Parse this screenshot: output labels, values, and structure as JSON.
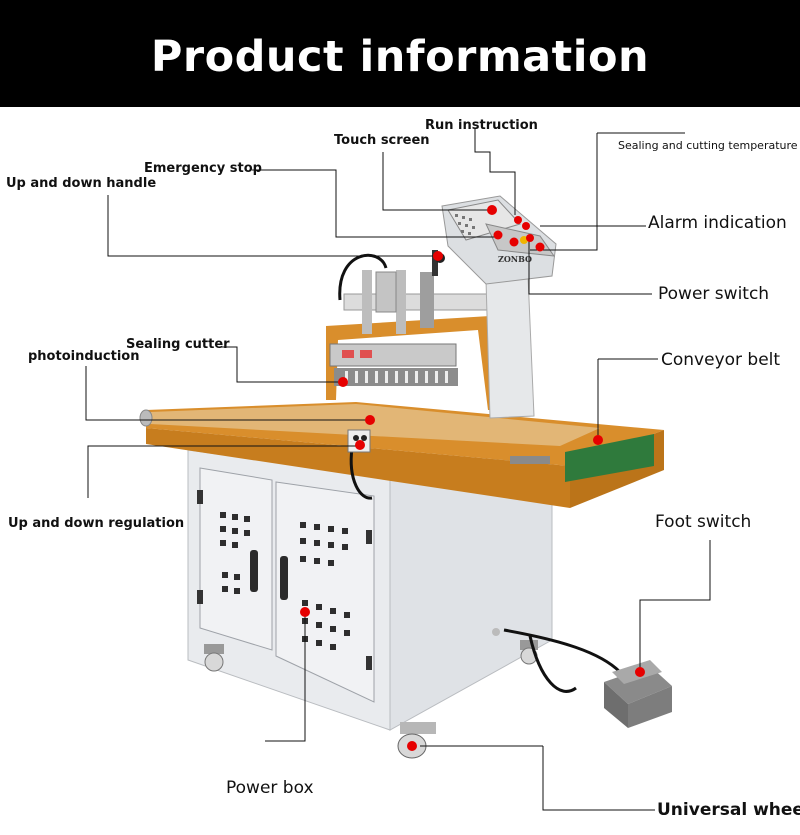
{
  "header": {
    "title": "Product information"
  },
  "labels": {
    "run_instruction": "Run instruction",
    "touch_screen": "Touch screen",
    "emergency_stop": "Emergency stop",
    "up_down_handle": "Up and down handle",
    "sealing_temp": "Sealing and cutting temperature",
    "alarm_indication": "Alarm indication",
    "power_switch": "Power switch",
    "sealing_cutter": "Sealing cutter",
    "photoinduction": "photoinduction",
    "conveyor_belt": "Conveyor belt",
    "up_down_regulation": "Up and down regulation",
    "foot_switch": "Foot switch",
    "power_box": "Power box",
    "universal_wheel": "Universal wheel"
  },
  "device": {
    "brand": "ZONBO"
  },
  "colors": {
    "marker": "#e60000",
    "frame_orange": "#d98e2c",
    "body_white": "#eceef0",
    "belt_green": "#2f7a3c",
    "leader": "#111111"
  }
}
